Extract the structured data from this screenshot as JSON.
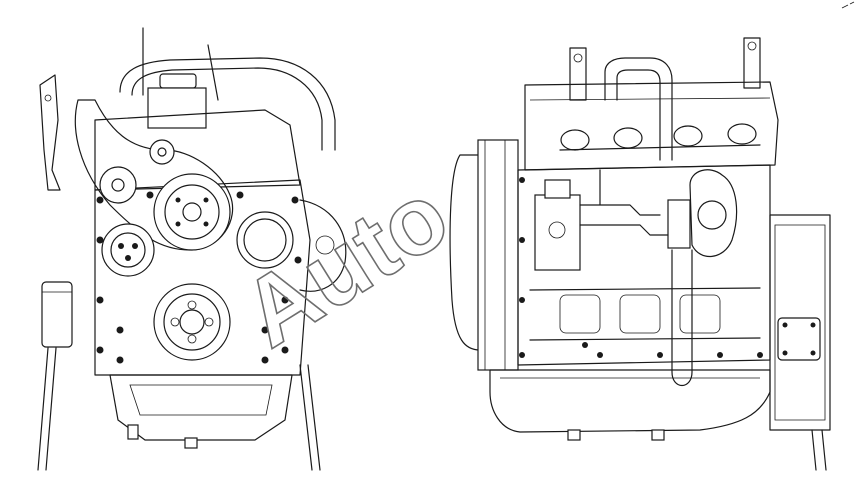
{
  "figure": {
    "views": [
      {
        "id": "front-view",
        "description_label": ""
      },
      {
        "id": "side-view",
        "description_label": ""
      }
    ],
    "watermark": {
      "text": "Auto",
      "color": "#6e6e6e"
    },
    "line_color": "#1a1a1a",
    "background": "#ffffff"
  }
}
